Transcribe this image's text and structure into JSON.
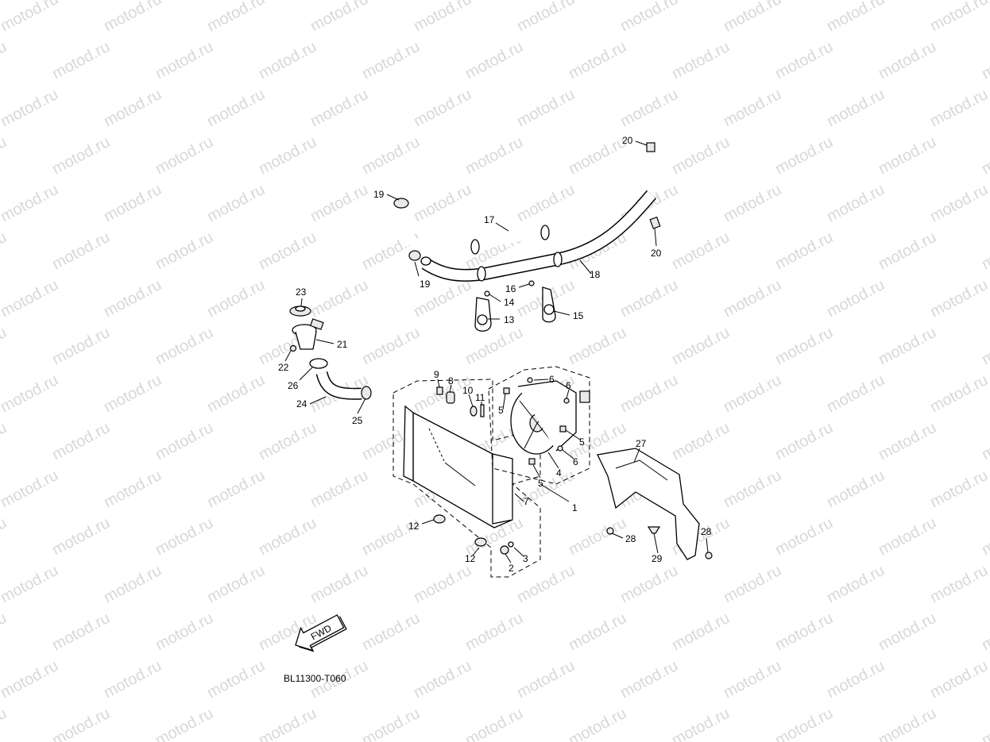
{
  "watermark": "motod.ru",
  "diagram_code": "BL11300-T060",
  "fwd_label": "FWD",
  "callouts": {
    "c1": "1",
    "c2": "2",
    "c3": "3",
    "c4": "4",
    "c5a": "5",
    "c5b": "5",
    "c5c": "5",
    "c6a": "6",
    "c6b": "6",
    "c6c": "6",
    "c7": "7",
    "c8": "8",
    "c9": "9",
    "c10": "10",
    "c11": "11",
    "c12a": "12",
    "c12b": "12",
    "c13": "13",
    "c14": "14",
    "c15": "15",
    "c16": "16",
    "c17": "17",
    "c18": "18",
    "c19a": "19",
    "c19b": "19",
    "c20a": "20",
    "c20b": "20",
    "c21": "21",
    "c22": "22",
    "c23": "23",
    "c24": "24",
    "c25": "25",
    "c26": "26",
    "c27": "27",
    "c28a": "28",
    "c28b": "28",
    "c29": "29"
  }
}
